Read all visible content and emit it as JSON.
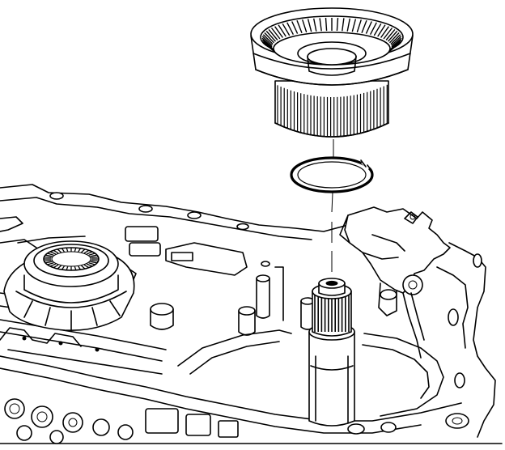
{
  "figure": {
    "line_color": "#000000",
    "background_color": "#ffffff",
    "style": "line-art exploded view",
    "parts": {
      "drum": "ring-gear-drum",
      "snap_ring": "snap-ring",
      "shaft": "splined-shaft",
      "seal": "seal-housing",
      "plate": "valve-plate-bracket",
      "case": "transmission-case"
    }
  }
}
